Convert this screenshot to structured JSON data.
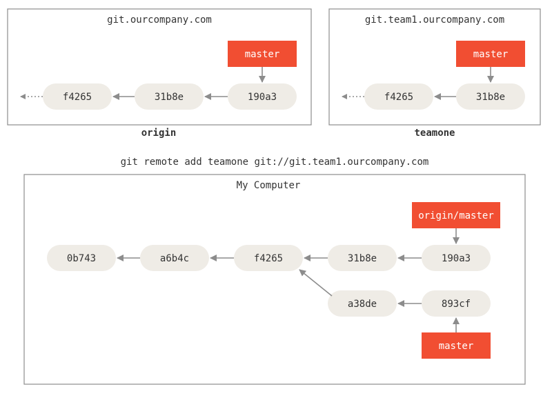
{
  "origin": {
    "host": "git.ourcompany.com",
    "label": "origin",
    "commits": [
      "f4265",
      "31b8e",
      "190a3"
    ],
    "branch": "master"
  },
  "teamone": {
    "host": "git.team1.ourcompany.com",
    "label": "teamone",
    "commits": [
      "f4265",
      "31b8e"
    ],
    "branch": "master"
  },
  "command": "git remote add teamone git://git.team1.ourcompany.com",
  "local": {
    "title": "My Computer",
    "main_commits": [
      "0b743",
      "a6b4c",
      "f4265",
      "31b8e",
      "190a3"
    ],
    "side_commits": [
      "a38de",
      "893cf"
    ],
    "remote_branch": "origin/master",
    "branch": "master"
  },
  "colors": {
    "branch_fill": "#f14e32",
    "commit_fill": "#efece6",
    "border": "#8c8c8c"
  }
}
